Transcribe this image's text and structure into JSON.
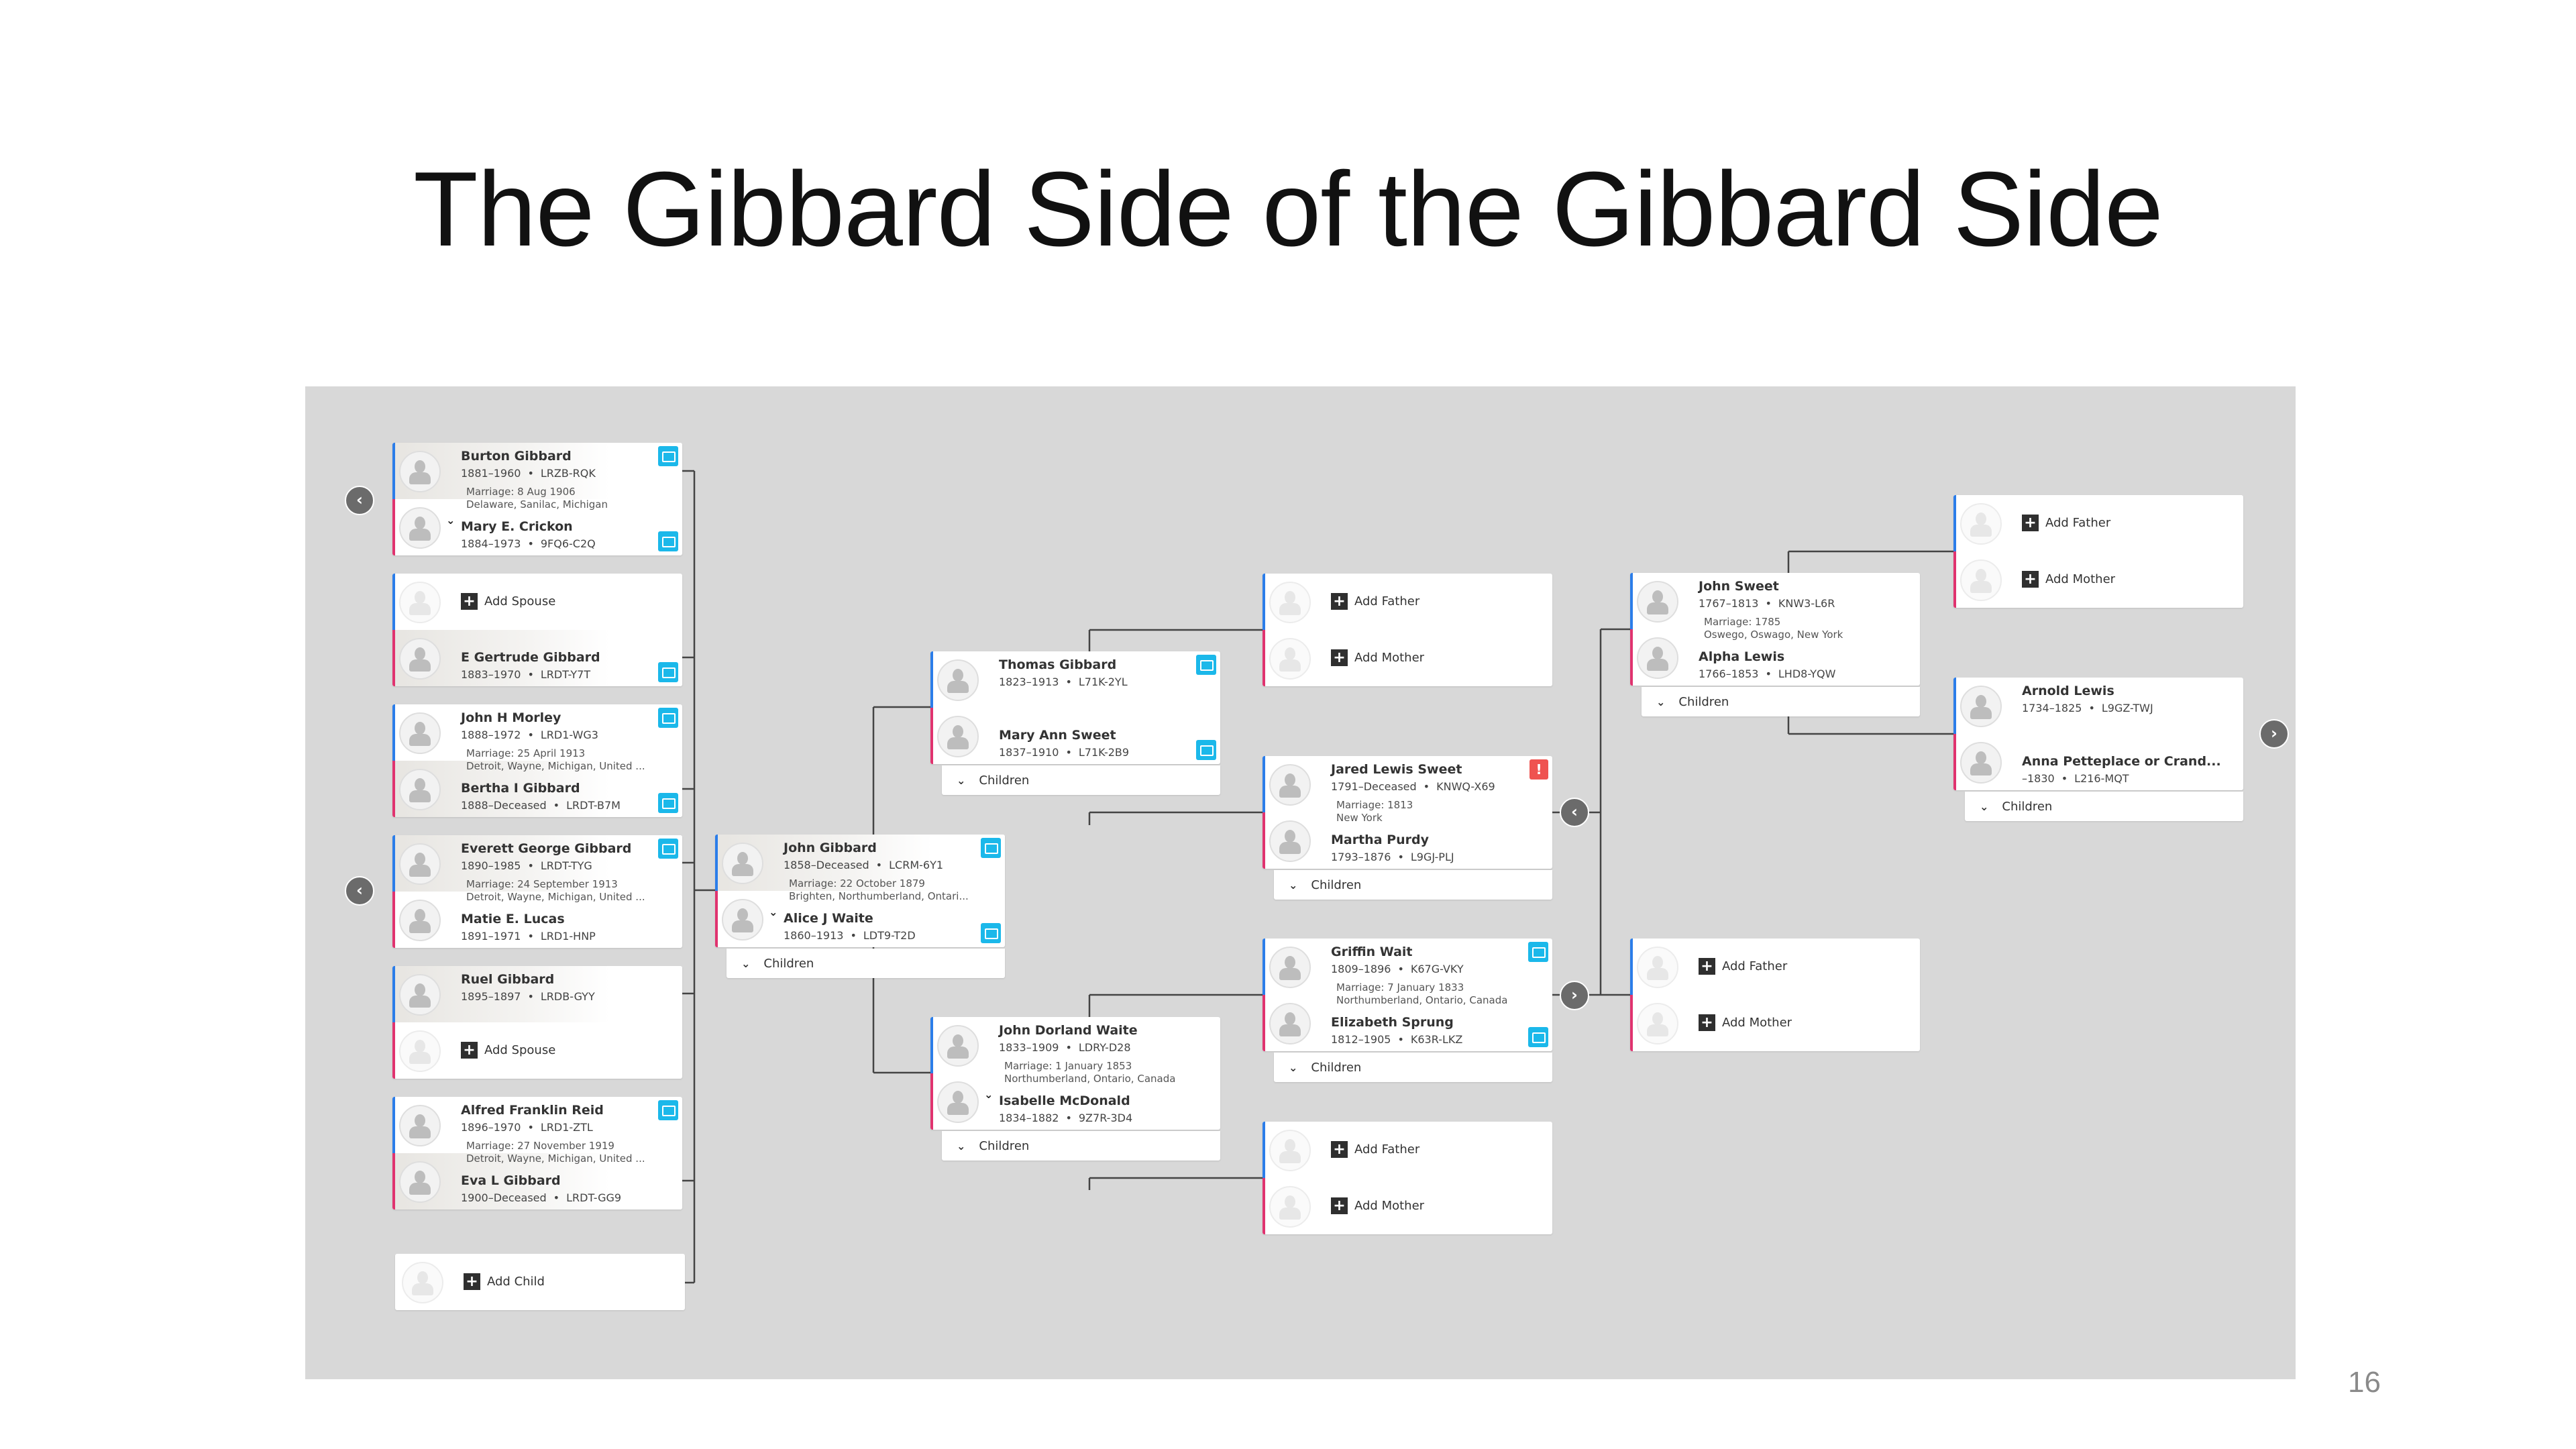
{
  "title": "The Gibbard Side of the Gibbard Side",
  "page_number": "16",
  "children_label": "Children",
  "colors": {
    "male": "#2b7de9",
    "female": "#e0336f",
    "record": "#1bb8ea",
    "alert": "#ef5350",
    "panel": "#d8d8d8"
  },
  "families": [
    {
      "id": "burton",
      "top": {
        "name": "Burton Gibbard",
        "dates": "1881–1960",
        "pid": "LRZB-RQK",
        "record": true
      },
      "bottom": {
        "name": "Mary E. Crickon",
        "dates": "1884–1973",
        "pid": "9FQ6-C2Q",
        "record": true,
        "expand": true
      },
      "marriage": {
        "date": "Marriage: 8 Aug 1906",
        "place": "Delaware, Sanilac, Michigan"
      }
    },
    {
      "id": "gertrude",
      "top": {
        "add_label": "Add Spouse"
      },
      "bottom": {
        "name": "E Gertrude Gibbard",
        "dates": "1883–1970",
        "pid": "LRDT-Y7T",
        "record": true
      }
    },
    {
      "id": "morley",
      "top": {
        "name": "John H Morley",
        "dates": "1888–1972",
        "pid": "LRD1-WG3",
        "record": true
      },
      "bottom": {
        "name": "Bertha I Gibbard",
        "dates": "1888–Deceased",
        "pid": "LRDT-B7M",
        "record": true
      },
      "marriage": {
        "date": "Marriage: 25 April 1913",
        "place": "Detroit, Wayne, Michigan, United ..."
      }
    },
    {
      "id": "everett",
      "top": {
        "name": "Everett George Gibbard",
        "dates": "1890–1985",
        "pid": "LRDT-TYG",
        "record": true
      },
      "bottom": {
        "name": "Matie E. Lucas",
        "dates": "1891–1971",
        "pid": "LRD1-HNP"
      },
      "marriage": {
        "date": "Marriage: 24 September 1913",
        "place": "Detroit, Wayne, Michigan, United ..."
      }
    },
    {
      "id": "ruel",
      "top": {
        "name": "Ruel Gibbard",
        "dates": "1895–1897",
        "pid": "LRDB-GYY"
      },
      "bottom": {
        "add_label": "Add Spouse"
      }
    },
    {
      "id": "alfred",
      "top": {
        "name": "Alfred Franklin Reid",
        "dates": "1896–1970",
        "pid": "LRD1-ZTL",
        "record": true
      },
      "bottom": {
        "name": "Eva L Gibbard",
        "dates": "1900–Deceased",
        "pid": "LRDT-GG9"
      },
      "marriage": {
        "date": "Marriage: 27 November 1919",
        "place": "Detroit, Wayne, Michigan, United ..."
      }
    },
    {
      "id": "john-gibbard",
      "top": {
        "name": "John Gibbard",
        "dates": "1858–Deceased",
        "pid": "LCRM-6Y1",
        "record": true
      },
      "bottom": {
        "name": "Alice J Waite",
        "dates": "1860–1913",
        "pid": "LDT9-T2D",
        "record": true,
        "expand": true
      },
      "marriage": {
        "date": "Marriage: 22 October 1879",
        "place": "Brighten, Northumberland, Ontari..."
      },
      "has_children": true
    },
    {
      "id": "thomas",
      "top": {
        "name": "Thomas Gibbard",
        "dates": "1823–1913",
        "pid": "L71K-2YL",
        "record": true
      },
      "bottom": {
        "name": "Mary Ann Sweet",
        "dates": "1837–1910",
        "pid": "L71K-2B9",
        "record": true
      },
      "has_children": true
    },
    {
      "id": "dorland",
      "top": {
        "name": "John Dorland Waite",
        "dates": "1833–1909",
        "pid": "LDRY-D28"
      },
      "bottom": {
        "name": "Isabelle McDonald",
        "dates": "1834–1882",
        "pid": "9Z7R-3D4",
        "expand": true
      },
      "marriage": {
        "date": "Marriage: 1 January 1853",
        "place": "Northumberland, Ontario, Canada"
      },
      "has_children": true
    },
    {
      "id": "thomas-parents",
      "top": {
        "add_label": "Add Father"
      },
      "bottom": {
        "add_label": "Add Mother"
      }
    },
    {
      "id": "jared",
      "top": {
        "name": "Jared Lewis Sweet",
        "dates": "1791–Deceased",
        "pid": "KNWQ-X69",
        "alert": true
      },
      "bottom": {
        "name": "Martha Purdy",
        "dates": "1793–1876",
        "pid": "L9GJ-PLJ"
      },
      "marriage": {
        "date": "Marriage: 1813",
        "place": "New York"
      },
      "has_children": true
    },
    {
      "id": "griffin",
      "top": {
        "name": "Griffin Wait",
        "dates": "1809–1896",
        "pid": "K67G-VKY",
        "record": true
      },
      "bottom": {
        "name": "Elizabeth Sprung",
        "dates": "1812–1905",
        "pid": "K63R-LKZ",
        "record": true
      },
      "marriage": {
        "date": "Marriage: 7 January 1833",
        "place": "Northumberland, Ontario, Canada"
      },
      "has_children": true
    },
    {
      "id": "isabelle-parents",
      "top": {
        "add_label": "Add Father"
      },
      "bottom": {
        "add_label": "Add Mother"
      }
    },
    {
      "id": "john-sweet",
      "top": {
        "name": "John Sweet",
        "dates": "1767–1813",
        "pid": "KNW3-L6R"
      },
      "bottom": {
        "name": "Alpha Lewis",
        "dates": "1766–1853",
        "pid": "LHD8-YQW"
      },
      "marriage": {
        "date": "Marriage: 1785",
        "place": "Oswego, Oswago, New York"
      },
      "has_children": true
    },
    {
      "id": "griffin-parents",
      "top": {
        "add_label": "Add Father"
      },
      "bottom": {
        "add_label": "Add Mother"
      }
    },
    {
      "id": "john-sweet-parents",
      "top": {
        "add_label": "Add Father"
      },
      "bottom": {
        "add_label": "Add Mother"
      }
    },
    {
      "id": "arnold",
      "top": {
        "name": "Arnold Lewis",
        "dates": "1734–1825",
        "pid": "L9GZ-TWJ"
      },
      "bottom": {
        "name": "Anna Petteplace or Crand...",
        "dates": "–1830",
        "pid": "L216-MQT"
      },
      "has_children": true
    }
  ],
  "add_child": {
    "add_label": "Add Child"
  },
  "navigation": [
    {
      "id": "nav-burton",
      "direction": "left",
      "icon": "chevron-left-icon"
    },
    {
      "id": "nav-everett",
      "direction": "left",
      "icon": "chevron-left-icon"
    },
    {
      "id": "nav-jared",
      "direction": "left",
      "icon": "chevron-left-icon"
    },
    {
      "id": "nav-griffin",
      "direction": "right",
      "icon": "chevron-right-icon"
    },
    {
      "id": "nav-arnold",
      "direction": "right",
      "icon": "chevron-right-icon"
    }
  ]
}
